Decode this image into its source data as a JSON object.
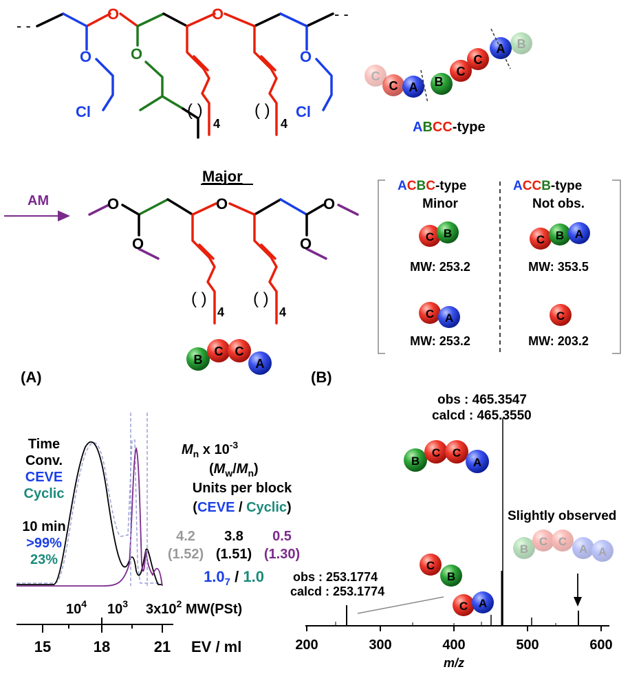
{
  "structures": {
    "top_atoms": {
      "o1": "O",
      "o2": "O",
      "o3": "O",
      "o4": "O",
      "o5": "O",
      "cl1": "Cl",
      "cl2": "Cl",
      "sub4a": "4",
      "sub4b": "4"
    },
    "bottom_atoms": {
      "o1": "O",
      "o2": "O",
      "o3": "O",
      "o4": "O",
      "o5": "O",
      "sub4a": "4",
      "sub4b": "4"
    },
    "paren": "( )",
    "arrow_label": "AM",
    "major_label": "Major",
    "chain_end": "- -"
  },
  "beads": {
    "A": {
      "label": "A",
      "color": "#2a3fe0"
    },
    "B": {
      "label": "B",
      "color": "#1f8a2a"
    },
    "C": {
      "label": "C",
      "color": "#e8302a"
    }
  },
  "type_labels": {
    "abcc": {
      "A": "A",
      "B": "B",
      "CC": "CC",
      "suffix": "-type"
    },
    "acbc": {
      "A": "A",
      "C": "C",
      "B": "B",
      "C2": "C",
      "suffix": "-type",
      "status": "Minor"
    },
    "accb": {
      "A": "A",
      "CC": "CC",
      "B": "B",
      "suffix": "-type",
      "status": "Not obs."
    }
  },
  "fragments": {
    "mw1": "MW: 253.2",
    "mw2": "MW: 353.5",
    "mw3": "MW: 253.2",
    "mw4": "MW: 203.2"
  },
  "panel_labels": {
    "a": "(A)",
    "b": "(B)"
  },
  "gpc": {
    "legend": {
      "time": "Time",
      "conv": "Conv.",
      "ceve": "CEVE",
      "cyclic": "Cyclic"
    },
    "values": {
      "time": "10 min",
      "conv": ">99%",
      "cyclic": "23%"
    },
    "mn_header": {
      "m": "M",
      "n": "n",
      "x": " x 10",
      "exp": "-3"
    },
    "mwmn": {
      "mw": "M",
      "w": "w",
      "slash": "/",
      "mn": "M",
      "n": "n"
    },
    "units": "Units per block",
    "units_sub": {
      "open": "(",
      "ceve": "CEVE",
      "slash": " / ",
      "cyclic": "Cyclic",
      "close": ")"
    },
    "mn_values": [
      "4.2",
      "3.8",
      "0.5"
    ],
    "pdi_values": [
      "(1.52)",
      "(1.51)",
      "(1.30)"
    ],
    "units_values": {
      "ceve": "1.0",
      "ceve_sub": "7",
      "slash": " / ",
      "cyclic": "1.0"
    },
    "mw_axis": {
      "t1": "10",
      "t1_exp": "4",
      "t2": "10",
      "t2_exp": "3",
      "t3": "3x10",
      "t3_exp": "2",
      "label": "MW(PSt)"
    },
    "ev_axis": {
      "ticks": [
        "15",
        "18",
        "21"
      ],
      "label": "EV / ml"
    }
  },
  "ms": {
    "peak1": {
      "obs": "obs : 465.3547",
      "calcd": "calcd : 465.3550"
    },
    "peak2": {
      "obs": "obs : 253.1774",
      "calcd": "calcd : 253.1774"
    },
    "slight": "Slightly observed",
    "x_ticks": [
      "200",
      "300",
      "400",
      "500",
      "600"
    ],
    "x_label": "m/z"
  },
  "colors": {
    "blue": "#1a3fe8",
    "green": "#1f7a1f",
    "red": "#e8200c",
    "purple": "#7b2a8c",
    "teal": "#1a8a7a",
    "gray": "#999999",
    "dark_purple": "#6a1b6a"
  }
}
